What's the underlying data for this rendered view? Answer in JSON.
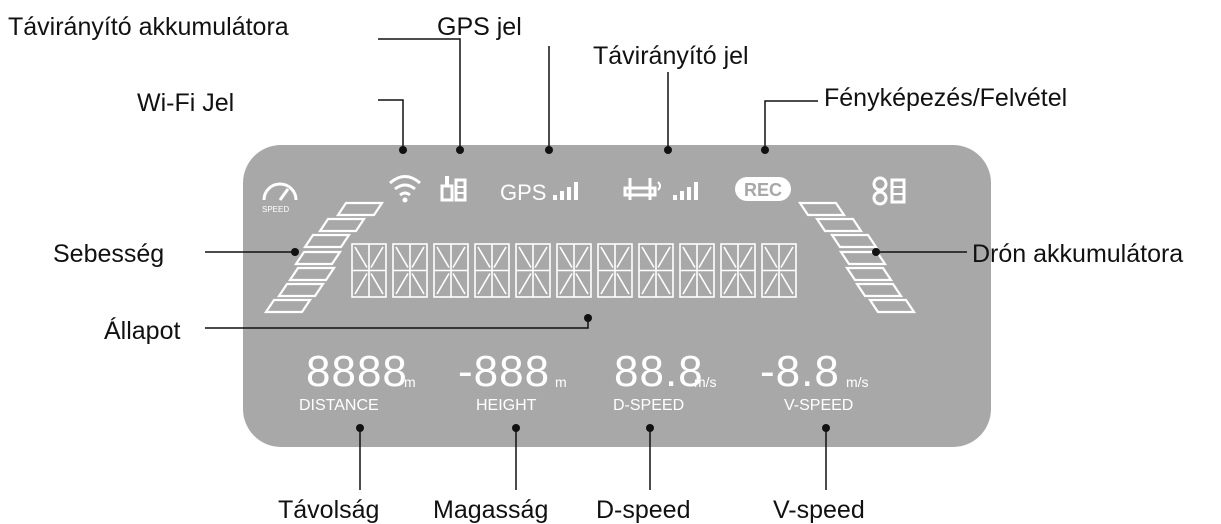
{
  "callouts": {
    "remote_battery": "Távirányító akkumulátora",
    "gps_signal": "GPS jel",
    "remote_signal": "Távirányító jel",
    "wifi_signal": "Wi-Fi Jel",
    "photo_video": "Fényképezés/Felvétel",
    "speed": "Sebesség",
    "drone_battery": "Drón akkumulátora",
    "status": "Állapot",
    "distance": "Távolság",
    "height": "Magasság",
    "d_speed": "D-speed",
    "v_speed": "V-speed"
  },
  "display": {
    "speed_icon_text": "SPEED",
    "gps_text": "GPS",
    "rec_text": "REC",
    "distance": {
      "digits": "8888",
      "unit": "m",
      "label": "DISTANCE"
    },
    "height": {
      "digits": "-888",
      "unit": "m",
      "label": "HEIGHT"
    },
    "d_speed": {
      "digits": "88.8",
      "unit": "m/s",
      "label": "D-SPEED"
    },
    "v_speed": {
      "digits": "-8.8",
      "unit": "m/s",
      "label": "V-SPEED"
    },
    "status_segment_count": 11,
    "speed_bar_count": 7,
    "drone_battery_bar_count": 7
  },
  "colors": {
    "lcd_background": "#a8a8a8",
    "lcd_segment": "#ffffff",
    "leader_line": "#111111",
    "callout_text": "#111111"
  }
}
